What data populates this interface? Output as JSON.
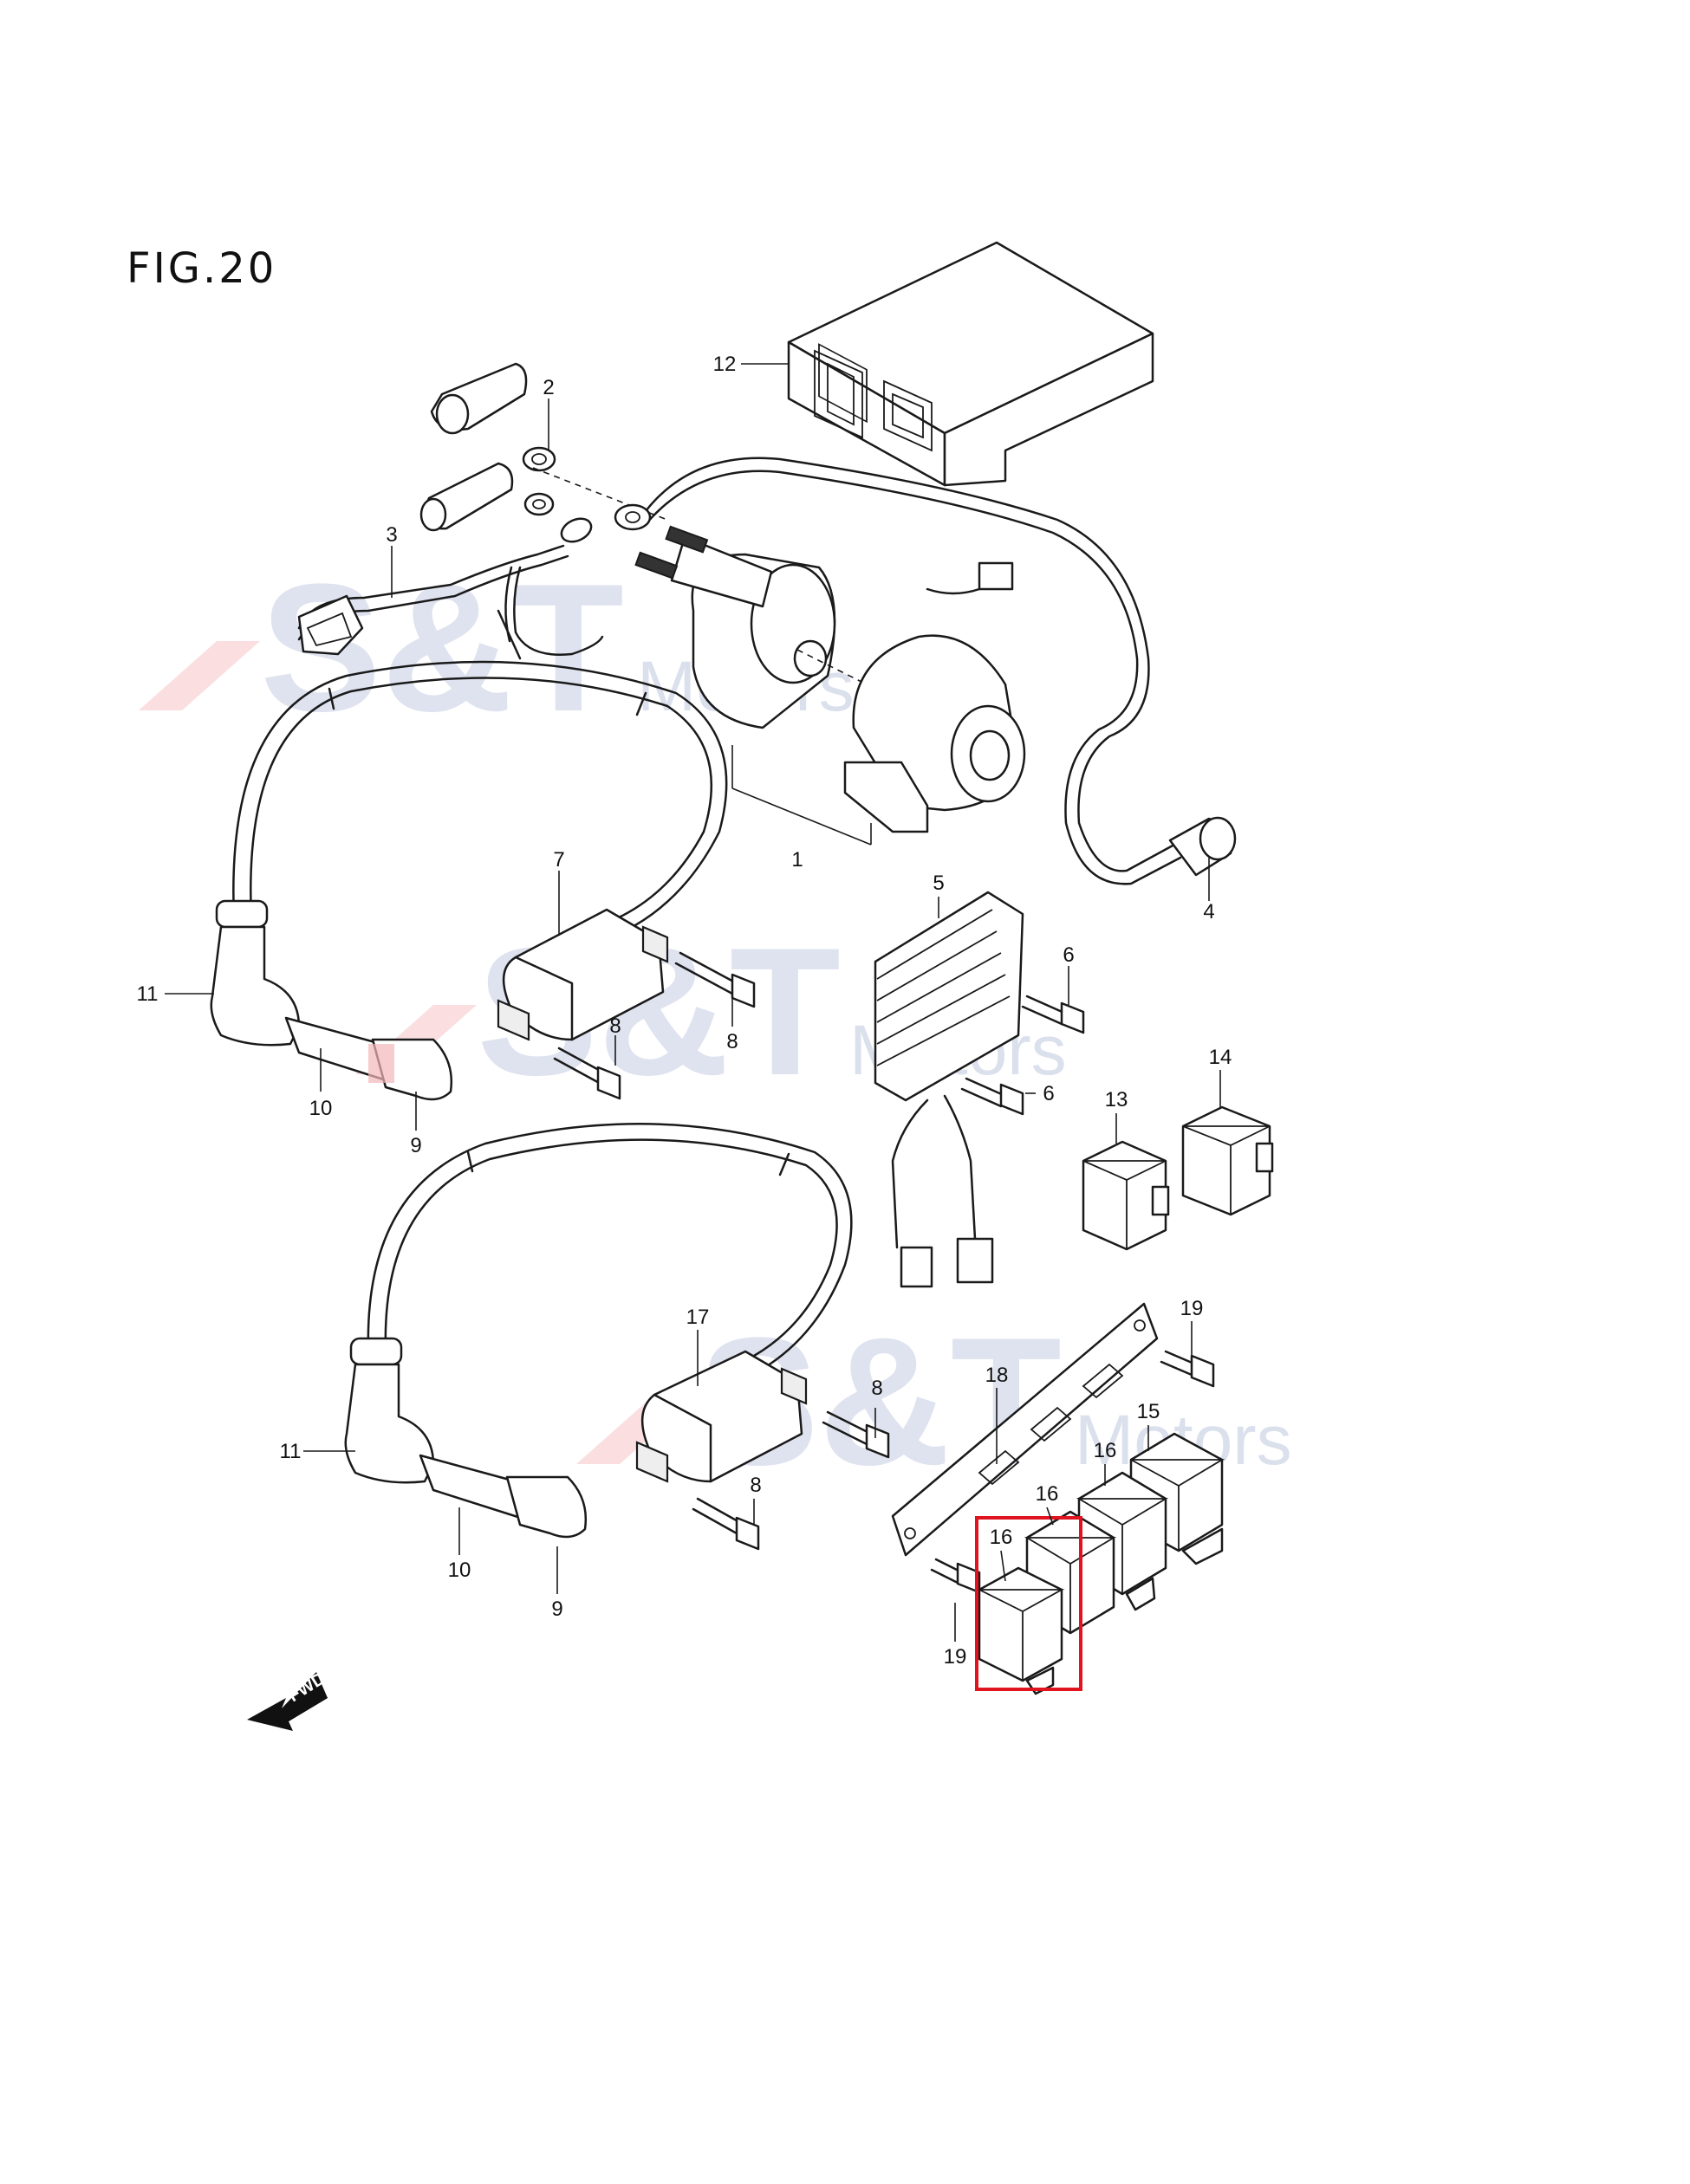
{
  "figure": {
    "title": "FIG.20"
  },
  "watermark": {
    "brand": "S&T",
    "sub": "Motors"
  },
  "fwd_label": "FWD",
  "callouts": [
    {
      "id": "c1",
      "label": "1"
    },
    {
      "id": "c2",
      "label": "2"
    },
    {
      "id": "c3",
      "label": "3"
    },
    {
      "id": "c4",
      "label": "4"
    },
    {
      "id": "c5",
      "label": "5"
    },
    {
      "id": "c6a",
      "label": "6"
    },
    {
      "id": "c6b",
      "label": "6"
    },
    {
      "id": "c7",
      "label": "7"
    },
    {
      "id": "c8a",
      "label": "8"
    },
    {
      "id": "c8b",
      "label": "8"
    },
    {
      "id": "c8c",
      "label": "8"
    },
    {
      "id": "c8d",
      "label": "8"
    },
    {
      "id": "c9a",
      "label": "9"
    },
    {
      "id": "c9b",
      "label": "9"
    },
    {
      "id": "c10a",
      "label": "10"
    },
    {
      "id": "c10b",
      "label": "10"
    },
    {
      "id": "c11a",
      "label": "11"
    },
    {
      "id": "c11b",
      "label": "11"
    },
    {
      "id": "c12",
      "label": "12"
    },
    {
      "id": "c13",
      "label": "13"
    },
    {
      "id": "c14",
      "label": "14"
    },
    {
      "id": "c15",
      "label": "15"
    },
    {
      "id": "c16a",
      "label": "16"
    },
    {
      "id": "c16b",
      "label": "16"
    },
    {
      "id": "c16c",
      "label": "16"
    },
    {
      "id": "c17",
      "label": "17"
    },
    {
      "id": "c18",
      "label": "18"
    },
    {
      "id": "c19a",
      "label": "19"
    },
    {
      "id": "c19b",
      "label": "19"
    }
  ],
  "highlight": {
    "color": "#e0141e",
    "part": "16"
  },
  "colors": {
    "watermark": "#b9c2dc",
    "watermark_accent": "#f2a0a6",
    "highlight": "#e0141e"
  }
}
